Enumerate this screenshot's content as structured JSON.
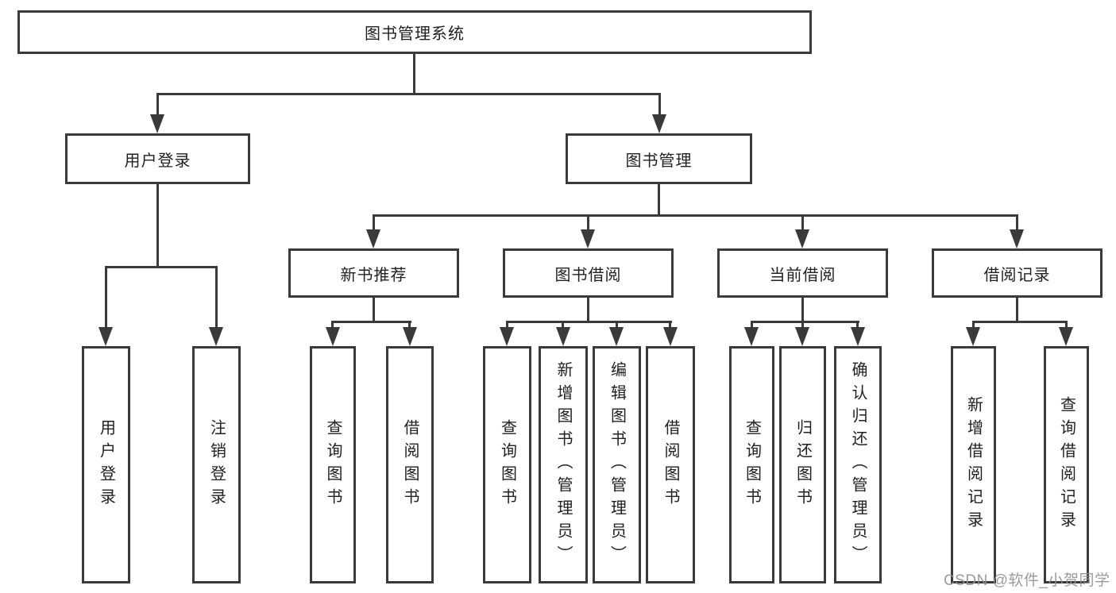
{
  "title": "图书管理系统",
  "tree": {
    "label": "图书管理系统",
    "children": [
      {
        "label": "用户登录",
        "children": [
          {
            "label": "用户登录"
          },
          {
            "label": "注销登录"
          }
        ]
      },
      {
        "label": "图书管理",
        "children": [
          {
            "label": "新书推荐",
            "children": [
              {
                "label": "查询图书"
              },
              {
                "label": "借阅图书"
              }
            ]
          },
          {
            "label": "图书借阅",
            "children": [
              {
                "label": "查询图书"
              },
              {
                "label": "新增图书（管理员）"
              },
              {
                "label": "编辑图书（管理员）"
              },
              {
                "label": "借阅图书"
              }
            ]
          },
          {
            "label": "当前借阅",
            "children": [
              {
                "label": "查询图书"
              },
              {
                "label": "归还图书"
              },
              {
                "label": "确认归还（管理员）"
              }
            ]
          },
          {
            "label": "借阅记录",
            "children": [
              {
                "label": "新增借阅记录"
              },
              {
                "label": "查询借阅记录"
              }
            ]
          }
        ]
      }
    ]
  },
  "watermark": "CSDN @软件_小贺同学",
  "colors": {
    "line": "#3a3a3a",
    "text": "#212121",
    "watermark": "#8f9196",
    "background": "#ffffff"
  }
}
